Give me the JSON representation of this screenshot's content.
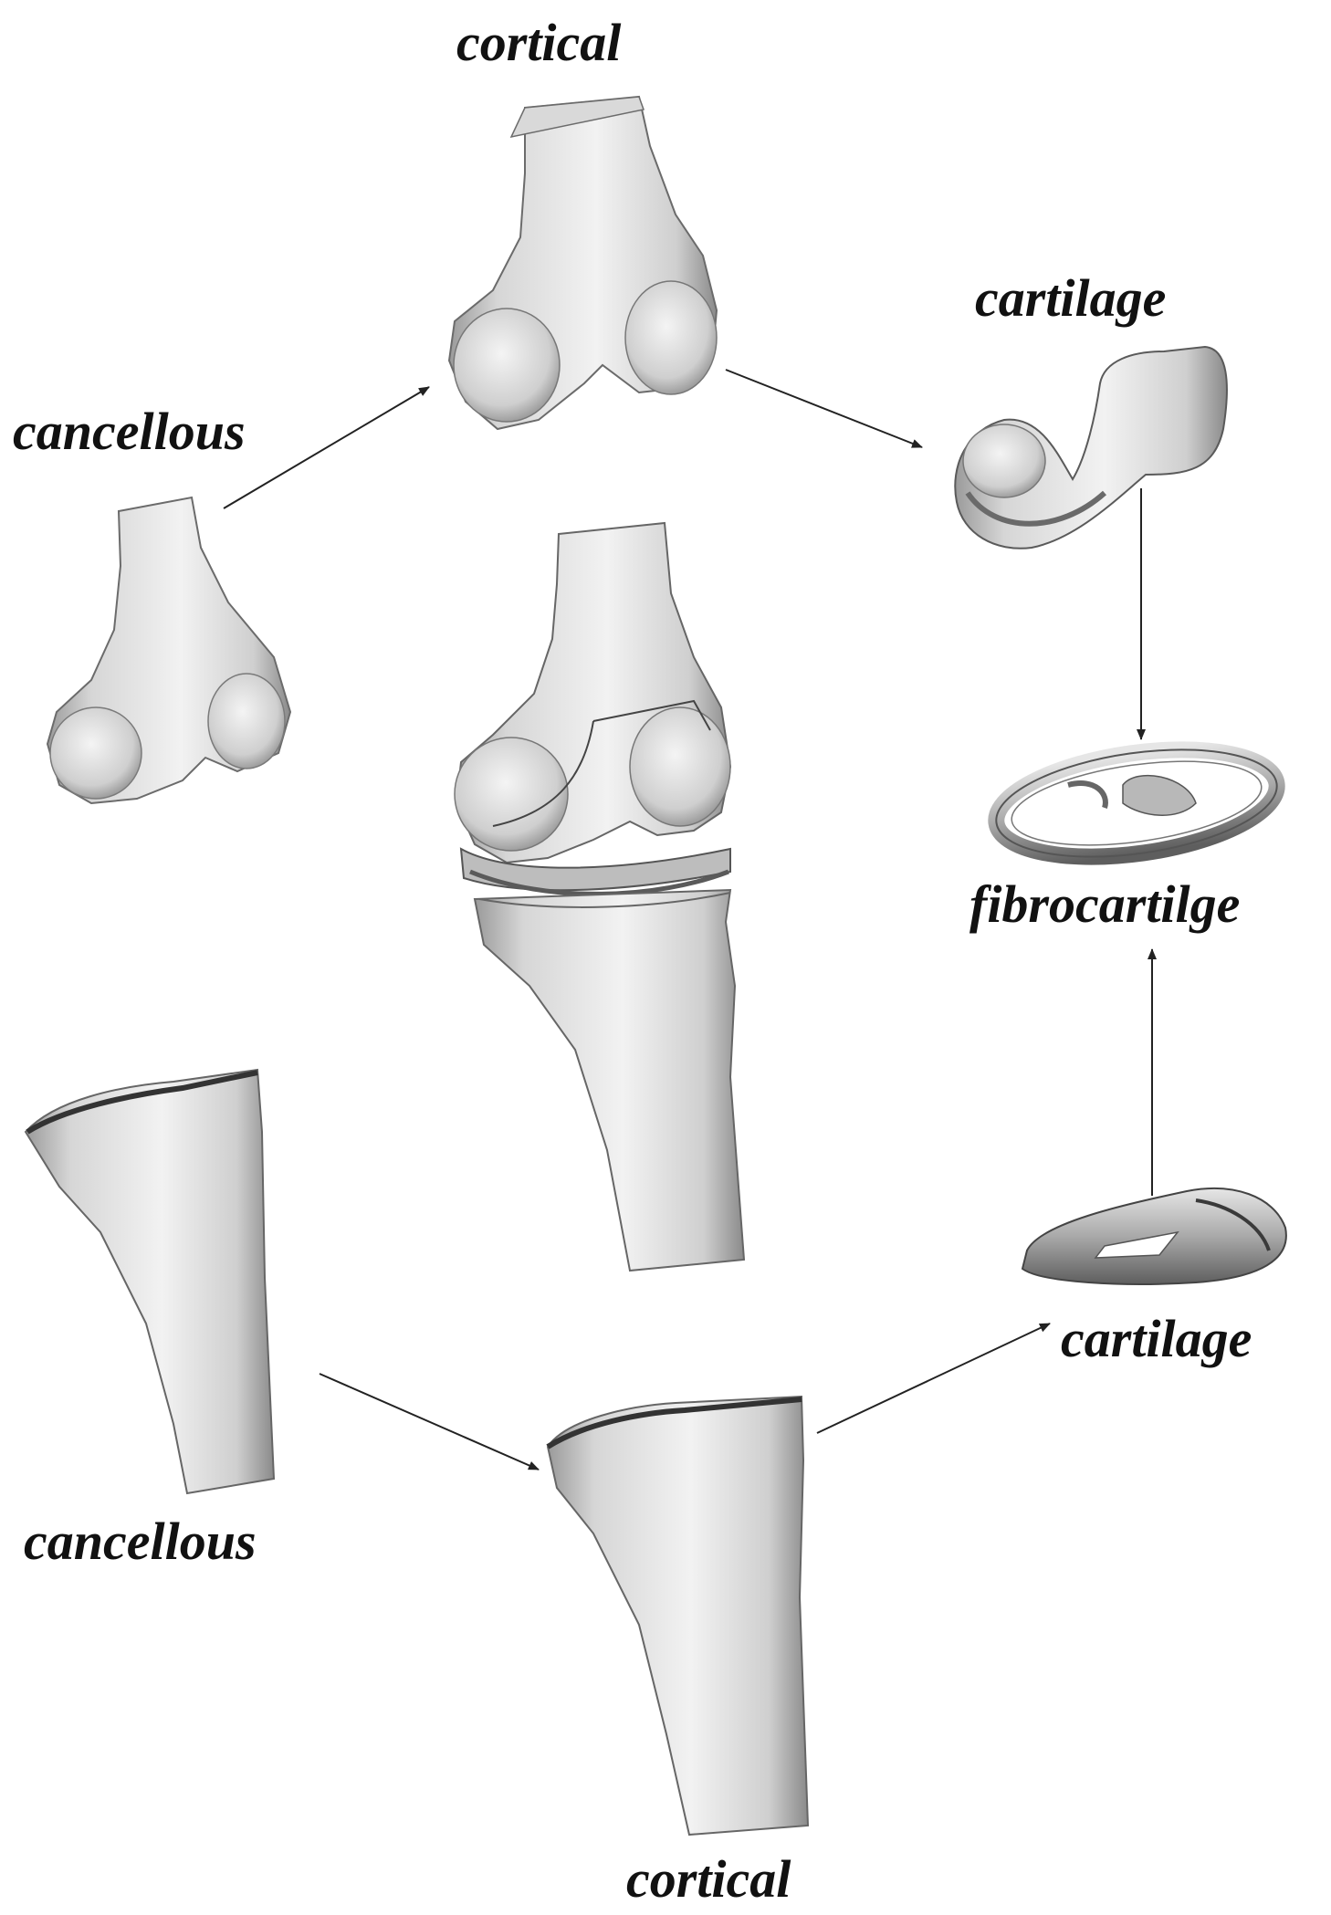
{
  "labels": {
    "femur_cortical": "cortical",
    "femur_cartilage": "cartilage",
    "femur_cancellous": "cancellous",
    "fibrocartilage": "fibrocartilge",
    "tibia_cartilage": "cartilage",
    "tibia_cancellous": "cancellous",
    "tibia_cortical": "cortical"
  },
  "colors": {
    "bone_light": "#efefef",
    "bone_mid": "#c8c8c8",
    "bone_dark": "#8e8e8e",
    "outline": "#555555",
    "arrow": "#222222",
    "text": "#111111"
  }
}
